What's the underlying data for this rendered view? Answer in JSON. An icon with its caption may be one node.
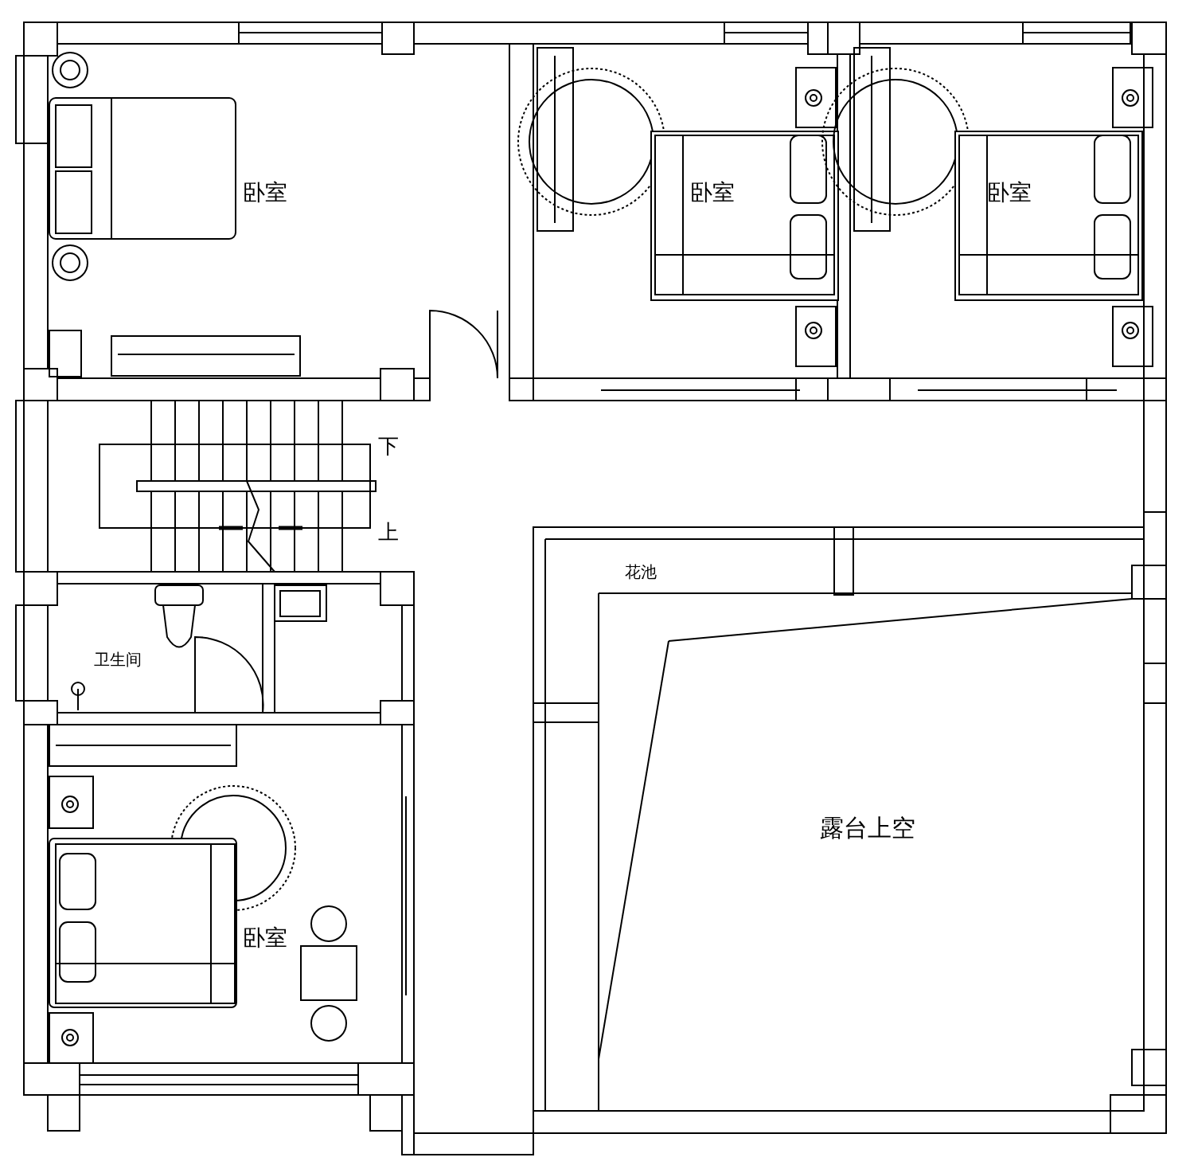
{
  "diagram": {
    "labels": [
      "卧室",
      "卧室",
      "卧室",
      "下",
      "上",
      "花池",
      "卫生间",
      "卧室",
      "露台上空"
    ]
  }
}
